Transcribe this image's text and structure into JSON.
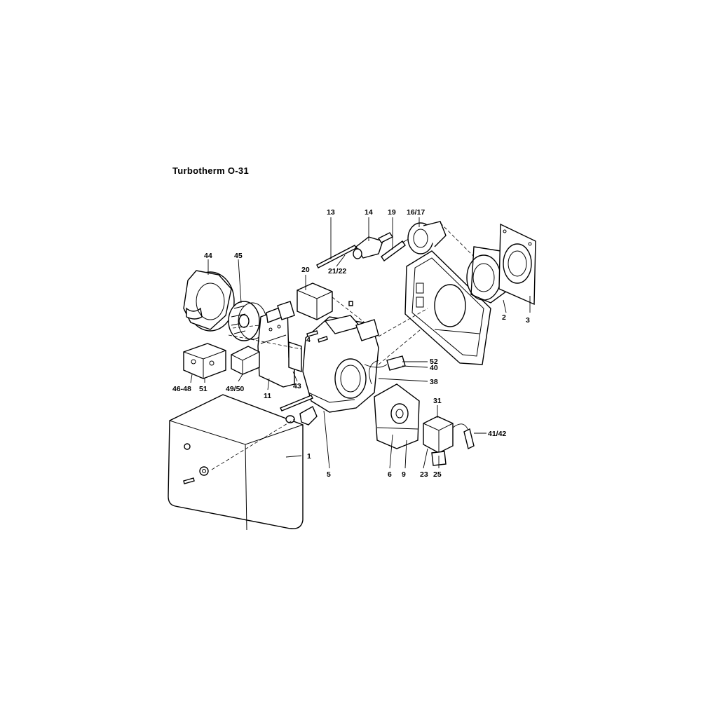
{
  "title": "Turbotherm O-31",
  "labels": {
    "l13": "13",
    "l14": "14",
    "l19": "19",
    "l16_17": "16/17",
    "l44": "44",
    "l45": "45",
    "l20": "20",
    "l21_22": "21/22",
    "l4": "4",
    "l2": "2",
    "l3": "3",
    "l52": "52",
    "l40": "40",
    "l38": "38",
    "l46_48": "46-48",
    "l51": "51",
    "l49_50": "49/50",
    "l43": "43",
    "l11": "11",
    "l31": "31",
    "l41_42": "41/42",
    "l1": "1",
    "l5": "5",
    "l6": "6",
    "l9": "9",
    "l23": "23",
    "l25": "25"
  }
}
